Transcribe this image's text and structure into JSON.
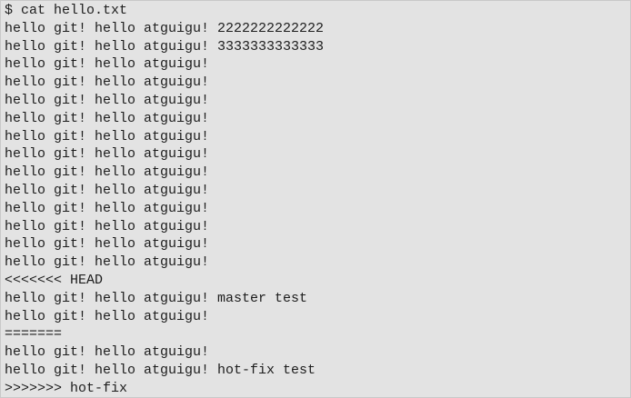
{
  "terminal": {
    "lines": [
      "$ cat hello.txt",
      "hello git! hello atguigu! 2222222222222",
      "hello git! hello atguigu! 3333333333333",
      "hello git! hello atguigu!",
      "hello git! hello atguigu!",
      "hello git! hello atguigu!",
      "hello git! hello atguigu!",
      "hello git! hello atguigu!",
      "hello git! hello atguigu!",
      "hello git! hello atguigu!",
      "hello git! hello atguigu!",
      "hello git! hello atguigu!",
      "hello git! hello atguigu!",
      "hello git! hello atguigu!",
      "hello git! hello atguigu!",
      "<<<<<<< HEAD",
      "hello git! hello atguigu! master test",
      "hello git! hello atguigu!",
      "=======",
      "hello git! hello atguigu!",
      "hello git! hello atguigu! hot-fix test",
      ">>>>>>> hot-fix"
    ]
  }
}
